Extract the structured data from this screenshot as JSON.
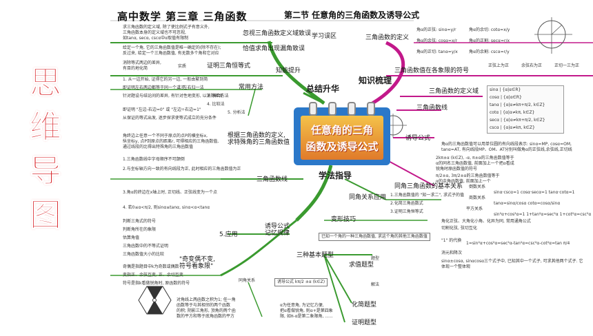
{
  "side_title": [
    "思",
    "维",
    "导",
    "图"
  ],
  "header": {
    "main": "高中数学   第三章    三角函数",
    "sub": "第二节   任意角的三角函数及诱导公式"
  },
  "center": {
    "line1": "任意角的三角",
    "line2": "函数及诱导公式"
  },
  "colors": {
    "green": "#3a9a2f",
    "blue": "#2f63b8",
    "magenta": "#c2188a",
    "title_red": "#d9262b"
  },
  "branches": {
    "summary": "总结升华",
    "review": "知识梳理",
    "method": "学法指导"
  },
  "review": {
    "def": "三角函数的定义",
    "def_items": [
      "角α的正弦: sinα=y/r",
      "角α的余弦: cosα=x/r",
      "角α的正切: tanα=y/x",
      "角α的余切: cotα=x/y",
      "角α的正割: secα=r/x",
      "角α的余割: cscα=r/y"
    ],
    "sign": "三角函数值在各象限的符号",
    "sign_heads": [
      "正弦上为正",
      "余弦右为正",
      "正切一三为正"
    ],
    "domain": "三角函数的定义域",
    "domain_rows": [
      "sinα | {α|α∈R}",
      "cosα | {α|α∈R}",
      "tanα | {α|α≠kπ+π/2, k∈Z}",
      "cotα | {α|α≠kπ, k∈Z}",
      "secα | {α|α≠kπ+π/2, k∈Z}",
      "cscα | {α|α≠kπ, k∈Z}"
    ],
    "line": "三角函数线",
    "line_note": "角α的三角函数值可以用单位圆的有向线段表示: sinα=MP, cosα=OM, tanα=AT, 有向线段MP、OM、AT分别叫做角α的正弦线,余弦线,正切线",
    "induce": "诱导公式",
    "induce_note1": "2kπ±α (k∈Z), -α, π±α的三角函数值等于",
    "induce_note2": "α的同名三角函数值, 前面加上一个把α看成",
    "induce_note3": "锐角时原函数值的符号",
    "induce_note4": "π/2±α, 3π/2±α的三角函数值等于",
    "induce_note5": "α的余角函数值, 前面加上一个",
    "induce_note6": "把α看成锐角时原函数值的符号",
    "basic": "同角三角函数的基本关系",
    "rel_recip": "倒数关系",
    "rel_quot": "商数关系",
    "rel_square": "平方关系",
    "recip_f": "sinα·cscα=1   cosα·secα=1   tanα·cotα=1",
    "quot_f": "tanα=sinα/cosα   cotα=cosα/sinα",
    "square_f": "sin²α+cos²α=1   1+tan²α=sec²α   1+cot²α=csc²α"
  },
  "summary": {
    "area": "学习误区",
    "area1": "忽视三角函数定义域致误",
    "area2": "恰值求角出现漏角致误",
    "area_note1": "求三角函数的定义域, 除了使比例式子有意义外,",
    "area_note2": "三角函数本身的定义域也不可忽视,",
    "area_note3": "如tanα, secα, cscα中α取值有限制",
    "area_note4": "给定一个角, 它的三角函数值是唯一确定的(除不存在);",
    "area_note5": "反过来, 给定一个三角函数值, 有无数多个角和它对应",
    "improve": "知能提升",
    "prove": "证明三角恒等式",
    "real": "实质",
    "prove_note1": "消除等式两边的差异,",
    "prove_note2": "有目的地化简",
    "common": "常用方法",
    "methods": [
      "1. 从一边开始, 证得它的另一边, 一般由繁到简",
      "2. 左右归一法",
      "3. 凑合方法",
      "4. 比较法",
      "5. 分析法"
    ],
    "method_notes": [
      "即证明左右两边都等于同一个式子",
      "针对题设与结论间的差异, 有针对性地变形, 以消除差异",
      "即证明 \"左边-右边=0\" 或 \"左边÷右边=1\"",
      "从保证的等式出发, 逐步探求使等式成立的充分条件"
    ]
  },
  "method": {
    "def_task": "根据三角函数的定义,\n求特殊角的三角函数值",
    "def_task_note1": "角终边上任意一个不同于原点的点P的横坐标x,",
    "def_task_note2": "纵坐标y, 点P到原点的距离r, 可得相应的三角函数值,",
    "def_task_note3": "通过线段的比得出特殊角的三角函数值",
    "trigline": "三角函数线",
    "trigline_items": [
      "1.三角函数线中字母顺序不可颠倒",
      "2.与坐标轴方向一致的有向线段为正, 此时相应的三角函数值为正",
      "3.角α的终边在x轴上时, 正切线、正弦线变为一个点",
      "4. 若0≤α<π/2, 则sinα≤tanα, sinα<α<tanα"
    ],
    "apply": "5.应用",
    "apply_items": [
      "判断三角式的符号",
      "判断角所在的象限",
      "估算角值",
      "三角函数中的不等式证明",
      "三角函数值大小的比较"
    ],
    "induce_mem": "诱导公式\n记忆规律",
    "induce_rule": "\"奇变偶不变,\n符号看象限\"",
    "rule_notes": [
      "奇偶是指题目中k为奇数或偶数",
      "变指正、余弦互变, 正、余切互变",
      "符号是指k看做锐角时, 原函数的符号"
    ],
    "same_angle": "同角关系应用",
    "same_items": [
      "1.三角函数值的 \"知一求二\", 求式子的值",
      "2.化简三角函数式",
      "3.证明三角恒等式"
    ],
    "skills": "变形技巧",
    "skill_items": [
      "切割化弦, 弦切互化",
      "\"1\" 的代换",
      "消元和降次"
    ],
    "skill_note1": "角化正弦、大角化小角、化异为同, 常用通角公式",
    "skill_note2": "1=sin²α+cos²α=sec²α-tan²α=csc²α-cot²α=tan π/4",
    "skill_note3": "sinα±cosα, sinαcosα三个式子中, 已知其中一个式子, 可求其他两个式子. 它体现一个整体观",
    "basic_types": "三种基本题型",
    "types": [
      "求值题型",
      "化简题型",
      "证明题型"
    ],
    "type_note": "已知一个角的一种三角函数值, 求这个角的其他三角函数值",
    "type_items": [
      "题型",
      "解法"
    ],
    "same_rel": "同角关系",
    "formula": "诱导公式 kπ/2 ±α (k∈Z)",
    "hex_note1": "对角线上两函数之积为1; 任一角",
    "hex_note2": "函数等于与其相邻的两个函数",
    "hex_note3": "的积; 阴影三角形, 顶角的两个函",
    "hex_note4": "数的平方和等于底角函数的平方",
    "formula_note1": "α为任意角, 为记忆方便,",
    "formula_note2": "把α看做锐角, 则α+是第四象",
    "formula_note3": "限, 如π-α是第二象限角, ......"
  }
}
